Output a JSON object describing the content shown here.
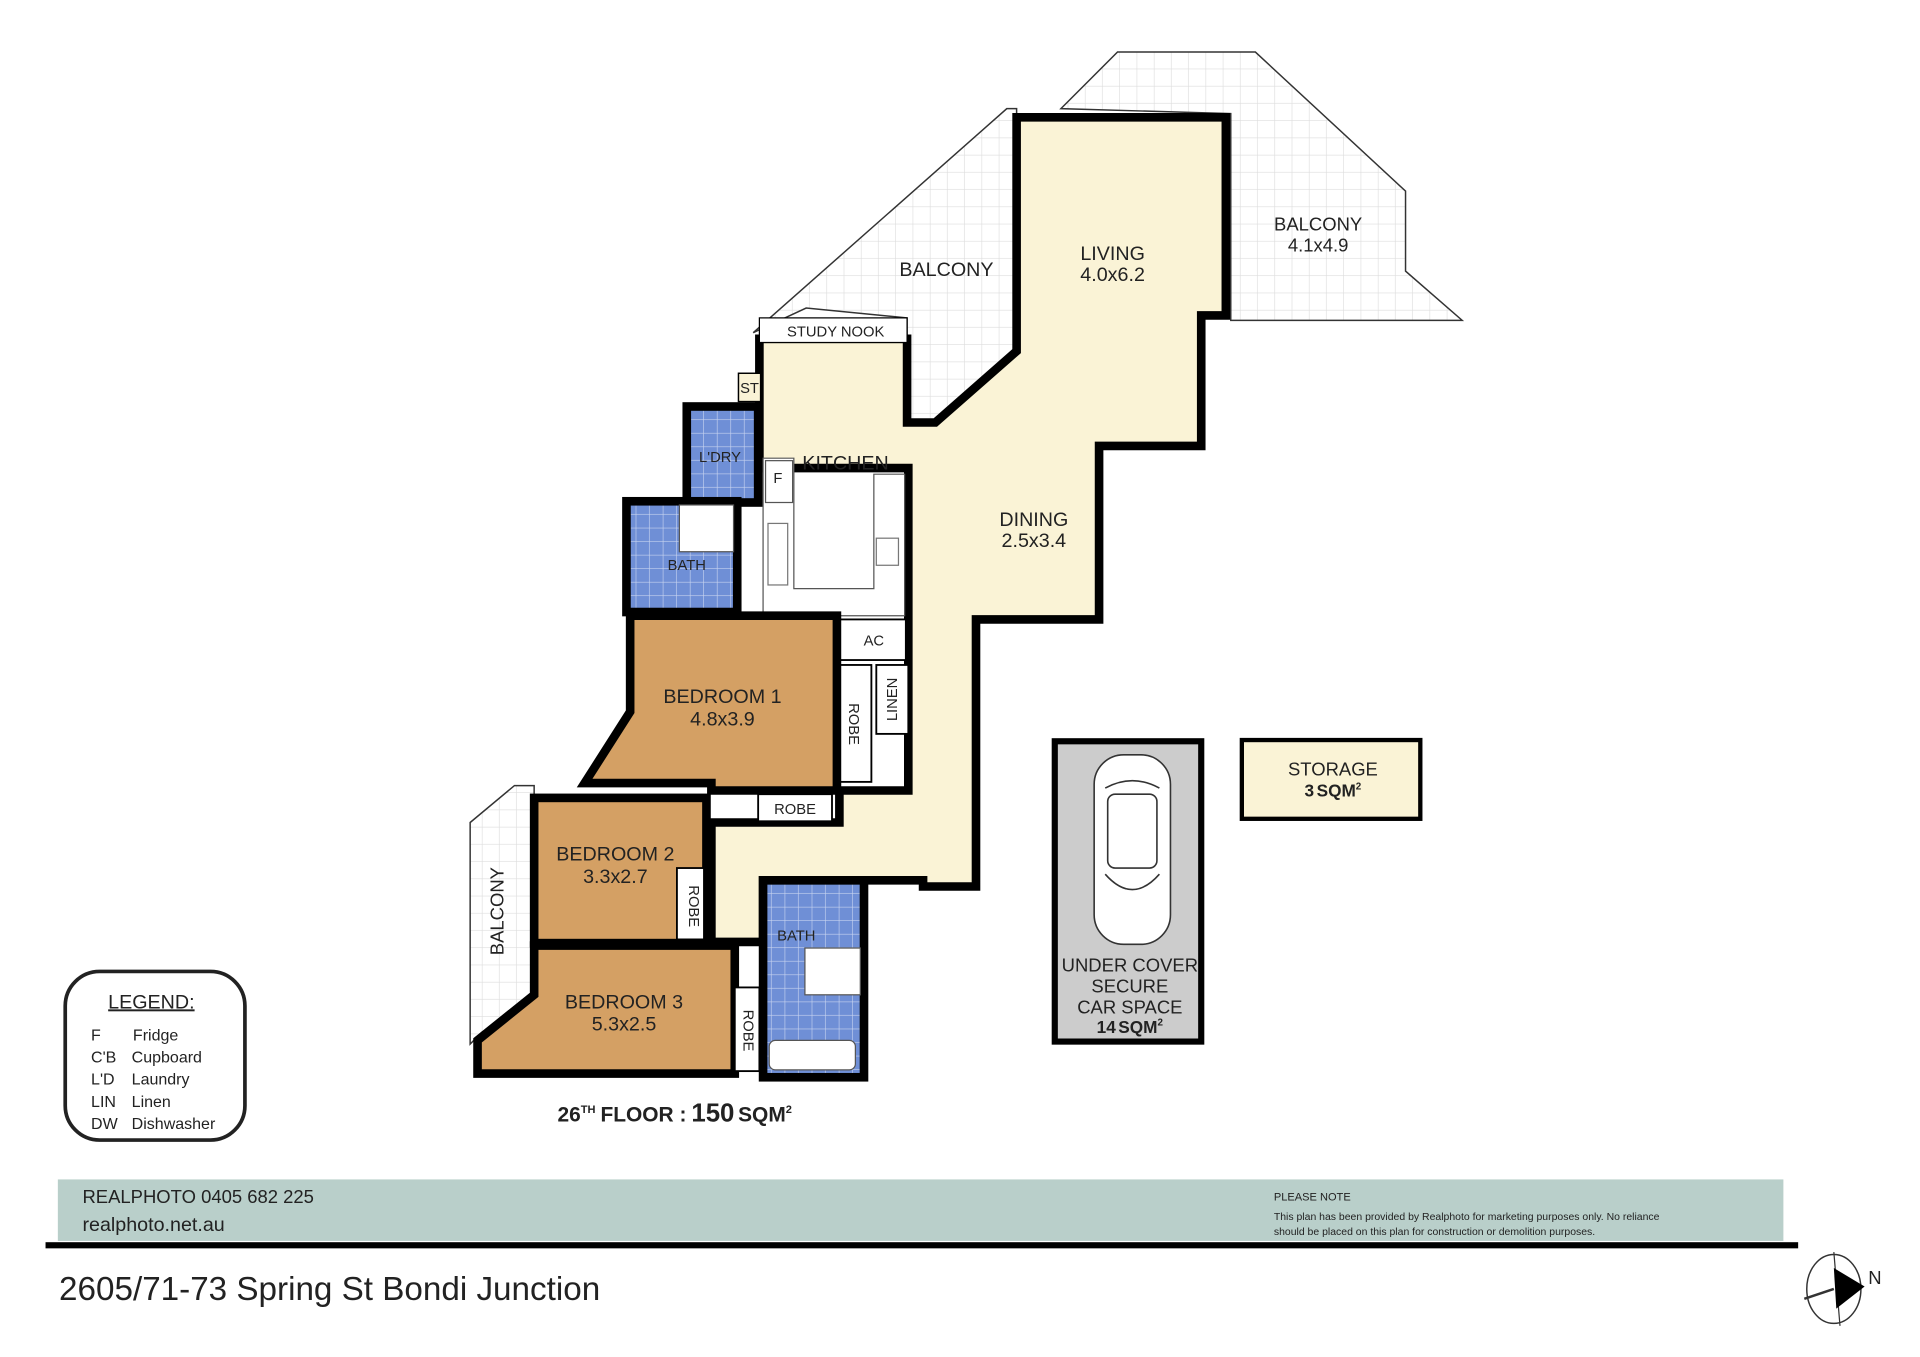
{
  "rooms": {
    "living": {
      "name": "LIVING",
      "size": "4.0x6.2"
    },
    "dining": {
      "name": "DINING",
      "size": "2.5x3.4"
    },
    "kitchen": {
      "name": "KITCHEN"
    },
    "study_nook": {
      "name": "STUDY NOOK"
    },
    "storage_cupboard": {
      "name": "ST"
    },
    "laundry": {
      "name": "L'DRY"
    },
    "bath_1": {
      "name": "BATH"
    },
    "bath_2": {
      "name": "BATH"
    },
    "bedroom_1": {
      "name": "BEDROOM 1",
      "size": "4.8x3.9"
    },
    "bedroom_2": {
      "name": "BEDROOM 2",
      "size": "3.3x2.7"
    },
    "bedroom_3": {
      "name": "BEDROOM 3",
      "size": "5.3x2.5"
    },
    "balcony_living": {
      "name": "BALCONY",
      "size": "4.1x4.9"
    },
    "balcony_study": {
      "name": "BALCONY"
    },
    "balcony_bedroom": {
      "name": "BALCONY"
    },
    "robe_1a": {
      "name": "ROBE"
    },
    "robe_1b": {
      "name": "ROBE"
    },
    "robe_2": {
      "name": "ROBE"
    },
    "robe_3": {
      "name": "ROBE"
    },
    "linen": {
      "name": "LINEN"
    },
    "ac": {
      "name": "AC"
    },
    "fridge": {
      "name": "F"
    }
  },
  "floor_area": {
    "level": "26",
    "suffix": "TH",
    "label": "FLOOR :",
    "value": "150",
    "unit": "SQM",
    "exp": "2"
  },
  "car_space": {
    "lines": [
      "UNDER COVER",
      "SECURE",
      "CAR SPACE"
    ],
    "value": "14",
    "unit": "SQM",
    "exp": "2"
  },
  "storage": {
    "title": "STORAGE",
    "value": "3",
    "unit": "SQM",
    "exp": "2"
  },
  "legend": {
    "title": "LEGEND:",
    "items": [
      {
        "code": "F",
        "label": "Fridge"
      },
      {
        "code": "C'B",
        "label": "Cupboard"
      },
      {
        "code": "L'D",
        "label": "Laundry"
      },
      {
        "code": "LIN",
        "label": "Linen"
      },
      {
        "code": "DW",
        "label": "Dishwasher"
      }
    ]
  },
  "footer": {
    "company": "REALPHOTO 0405 682 225",
    "website": "realphoto.net.au",
    "note_title": "PLEASE NOTE",
    "note_lines": [
      "This plan has been provided by Realphoto for marketing purposes only. No reliance",
      "should be placed on this plan for construction or demolition purposes."
    ]
  },
  "address": "2605/71-73 Spring St Bondi Junction",
  "compass": {
    "label": "N"
  },
  "colors": {
    "living": "#faf3d6",
    "bedroom": "#d4a064",
    "wet": "#6f8fd6",
    "balcony": "#ffffff",
    "footer": "#b9cfca",
    "car": "#cccccc"
  }
}
